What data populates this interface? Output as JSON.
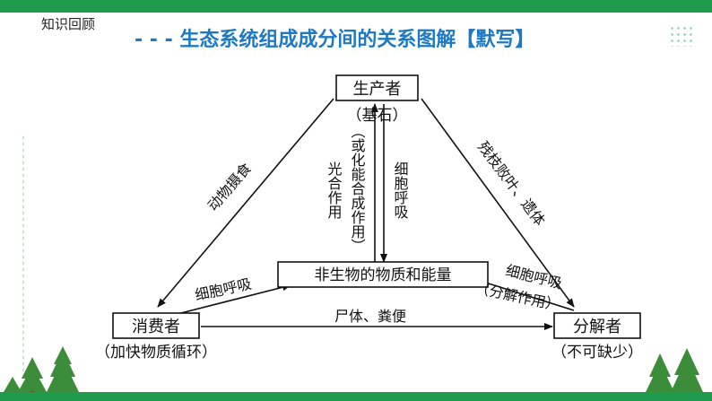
{
  "header": {
    "section_tag": "知识回顾",
    "title": "- - - 生态系统组成成分间的关系图解【默写】"
  },
  "diagram": {
    "producer": {
      "label": "生产者",
      "note": "（基石）"
    },
    "abiotic": {
      "label": "非生物的物质和能量"
    },
    "consumer": {
      "label": "消费者",
      "note": "（加快物质循环）"
    },
    "decomposer": {
      "label": "分解者",
      "note": "（不可缺少）"
    },
    "edges": {
      "photosynthesis": "光合作用",
      "chemosynthesis": "（或化能合成作用）",
      "producer_respiration": "细胞呼吸",
      "animal_feeding": "动物摄食",
      "residues": "残枝败叶、遗体",
      "consumer_respiration": "细胞呼吸",
      "decomposer_respiration": "细胞呼吸",
      "decomposer_respiration_note": "（分解作用）",
      "corpse_feces": "尸体、粪便"
    }
  },
  "colors": {
    "accent_green": "#1e9b4c",
    "title_blue": "#1e78c2"
  },
  "decor": {
    "tree": "pine-tree-icon"
  }
}
